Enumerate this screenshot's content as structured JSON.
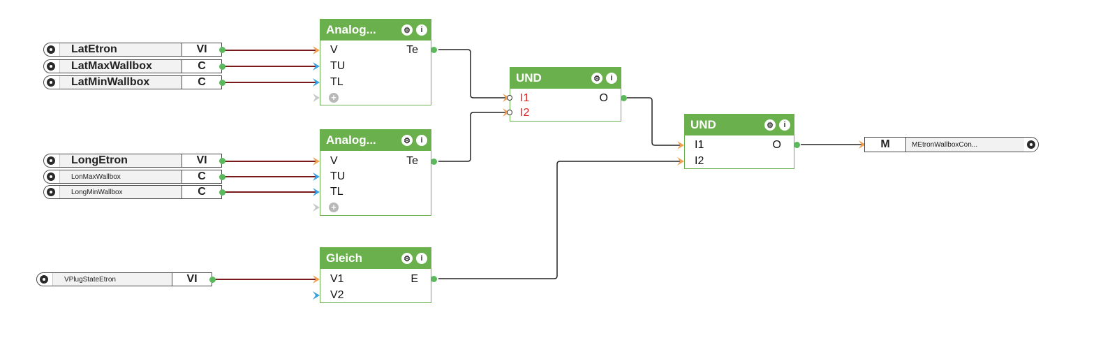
{
  "inputs": {
    "lat_etron": {
      "name": "LatEtron",
      "type": "VI"
    },
    "lat_max": {
      "name": "LatMaxWallbox",
      "type": "C"
    },
    "lat_min": {
      "name": "LatMinWallbox",
      "type": "C"
    },
    "long_etron": {
      "name": "LongEtron",
      "type": "VI"
    },
    "lon_max": {
      "name": "LonMaxWallbox",
      "type": "C"
    },
    "long_min": {
      "name": "LongMinWallbox",
      "type": "C"
    },
    "plug_state": {
      "name": "VPlugStateEtron",
      "type": "VI"
    }
  },
  "blocks": {
    "analog1": {
      "title": "Analog...",
      "in1": "V",
      "in2": "TU",
      "in3": "TL",
      "out": "Te"
    },
    "analog2": {
      "title": "Analog...",
      "in1": "V",
      "in2": "TU",
      "in3": "TL",
      "out": "Te"
    },
    "gleich": {
      "title": "Gleich",
      "in1": "V1",
      "in2": "V2",
      "out": "E"
    },
    "und1": {
      "title": "UND",
      "in1": "I1",
      "in2": "I2",
      "out": "O"
    },
    "und2": {
      "title": "UND",
      "in1": "I1",
      "in2": "I2",
      "out": "O"
    }
  },
  "output": {
    "type": "M",
    "name": "MEtronWallboxCon..."
  },
  "icons": {
    "settings": "gear-icon",
    "info": "info-icon",
    "add": "add-input-icon"
  },
  "colors": {
    "block": "#6ab04c",
    "wire_data": "#7a1a1a",
    "wire_logic": "#222222",
    "pin_orange": "#f0a050",
    "pin_blue": "#3aa0e0"
  }
}
